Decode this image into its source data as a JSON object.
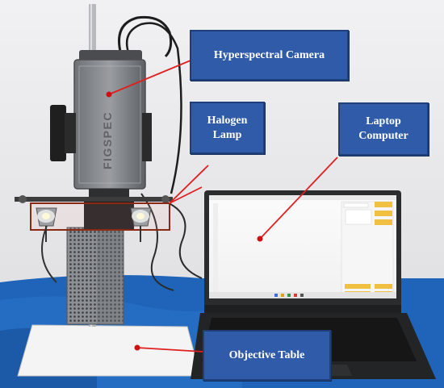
{
  "callouts": {
    "camera": "Hyperspectral Camera",
    "lamp_line1": "Halogen",
    "lamp_line2": "Lamp",
    "laptop_line1": "Laptop",
    "laptop_line2": "Computer",
    "table": "Objective Table"
  },
  "device": {
    "brand": "FIGSPEC"
  },
  "colors": {
    "callout_fill": "#2f5ba8",
    "callout_text": "#ffffff",
    "pointer_line": "#e02020",
    "pointer_dot": "#d01010",
    "backdrop": "#e6e6e8",
    "cloth": "#1f64b8"
  }
}
